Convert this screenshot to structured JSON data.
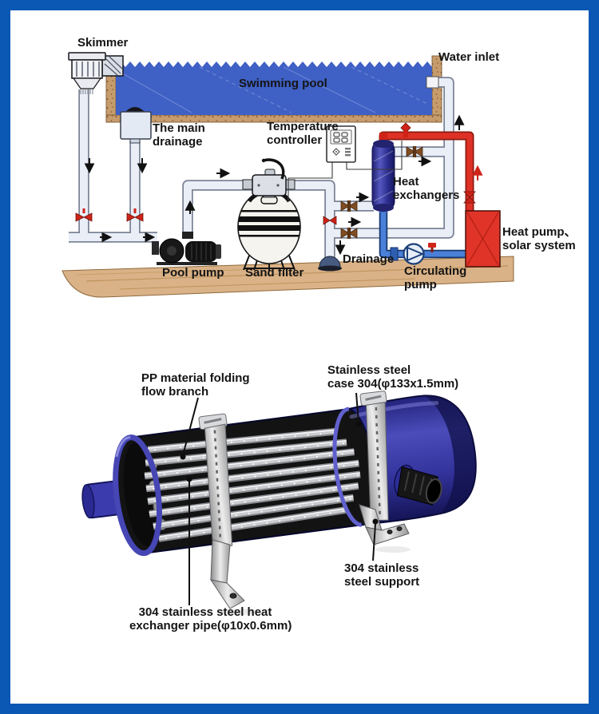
{
  "colors": {
    "frame_blue": "#0b57b4",
    "water_blue": "#3f60c5",
    "deck_brown": "#c79c6d",
    "wood_tan": "#dab287",
    "pipe_light": "#e9eef7",
    "pipe_red": "#de3126",
    "pipe_blue": "#4a80d8",
    "navy_vessel": "#2f3194",
    "heat_pump_red": "#e03428",
    "steel_silver": "#c6c6c6"
  },
  "schematic": {
    "labels": {
      "skimmer": "Skimmer",
      "swimming_pool": "Swimming pool",
      "water_inlet": "Water inlet",
      "main_drainage_1": "The main",
      "main_drainage_2": "drainage",
      "temperature_controller_1": "Temperature",
      "temperature_controller_2": "controller",
      "heat_exchangers_1": "Heat",
      "heat_exchangers_2": "exchangers",
      "heat_pump_1": "Heat pump、",
      "heat_pump_2": "solar system",
      "pool_pump": "Pool pump",
      "sand_filter": "Sand filter",
      "drainage": "Drainage",
      "circulating_pump_1": "Circulating",
      "circulating_pump_2": "pump"
    }
  },
  "product": {
    "callouts": {
      "pp_branch_1": "PP material folding",
      "pp_branch_2": "flow branch",
      "case_1": "Stainless steel",
      "case_2": "case 304(φ133x1.5mm)",
      "support_1": "304 stainless",
      "support_2": "steel support",
      "pipe_1": "304 stainless steel heat",
      "pipe_2": "exchanger pipe(φ10x0.6mm)"
    }
  }
}
